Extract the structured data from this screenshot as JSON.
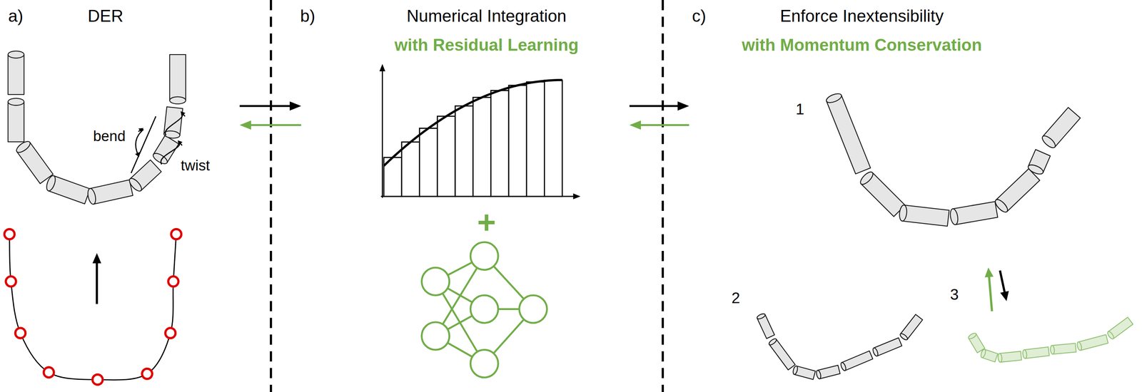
{
  "diagram": {
    "nodes": [
      {
        "text": [
          "DER"
        ]
      },
      {
        "text": [
          "Numerical Integration",
          "with Residual Learning"
        ]
      },
      {
        "text": [
          "Enforce Inextensibility",
          "with Momentum Conservation"
        ]
      }
    ],
    "edges": [
      {
        "from": 0,
        "to": 1,
        "arrow": "to"
      },
      {
        "from": 1,
        "to": 0,
        "arrow": "to"
      },
      {
        "from": 1,
        "to": 2,
        "arrow": "to"
      },
      {
        "from": 2,
        "to": 1,
        "arrow": "to"
      }
    ],
    "labels": [
      "a)",
      "bend",
      "twist",
      "b)",
      "+",
      "c)",
      "1",
      "2",
      "3"
    ]
  }
}
